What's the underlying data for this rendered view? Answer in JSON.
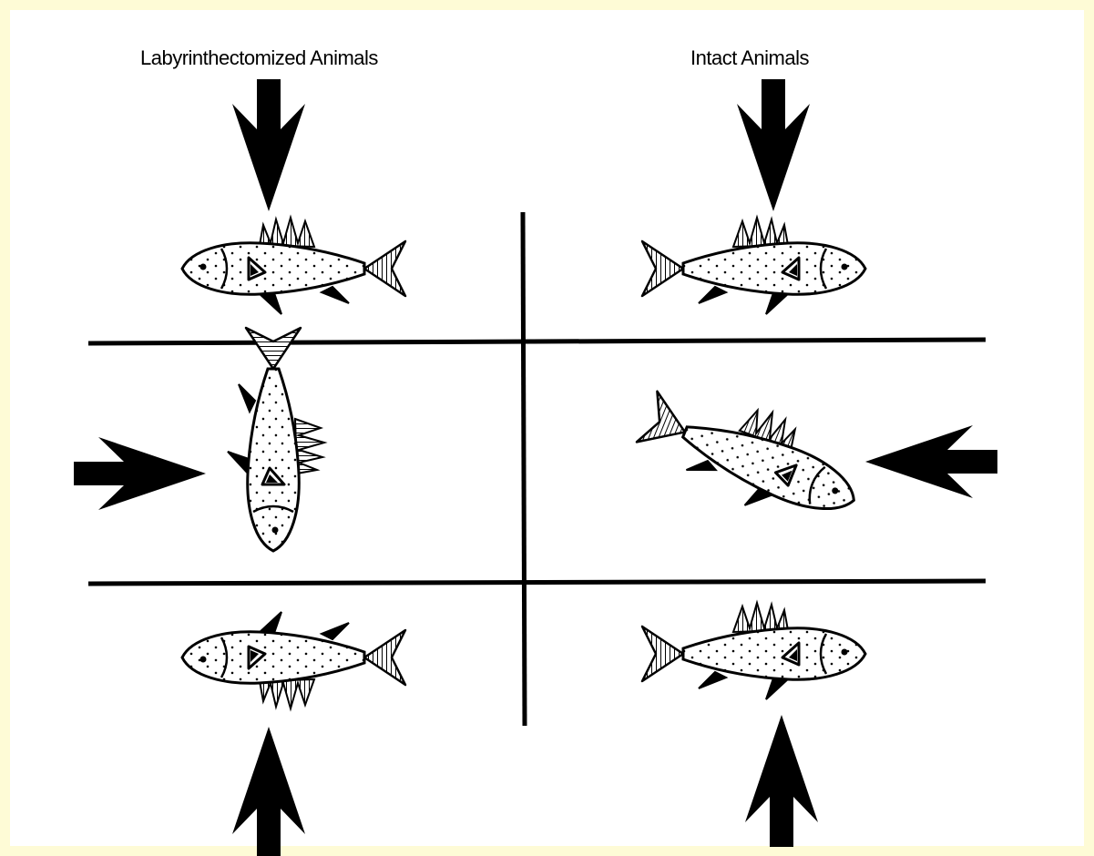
{
  "diagram": {
    "headings": {
      "left": "Labyrinthectomized Animals",
      "right": "Intact Animals"
    },
    "colors": {
      "frame": "#fefbd6",
      "ink": "#000000",
      "background": "#ffffff"
    },
    "conditions": [
      {
        "column": "left",
        "row": "top",
        "arrow": "down-arrow-icon",
        "fish": "fish-upright-icon"
      },
      {
        "column": "left",
        "row": "middle",
        "arrow": "right-arrow-icon",
        "fish": "fish-head-down-icon"
      },
      {
        "column": "left",
        "row": "bottom",
        "arrow": "up-arrow-icon",
        "fish": "fish-upside-down-icon"
      },
      {
        "column": "right",
        "row": "top",
        "arrow": "down-arrow-icon",
        "fish": "fish-upright-icon"
      },
      {
        "column": "right",
        "row": "middle",
        "arrow": "left-arrow-icon",
        "fish": "fish-tilted-icon"
      },
      {
        "column": "right",
        "row": "bottom",
        "arrow": "up-arrow-icon",
        "fish": "fish-upright-icon"
      }
    ]
  }
}
